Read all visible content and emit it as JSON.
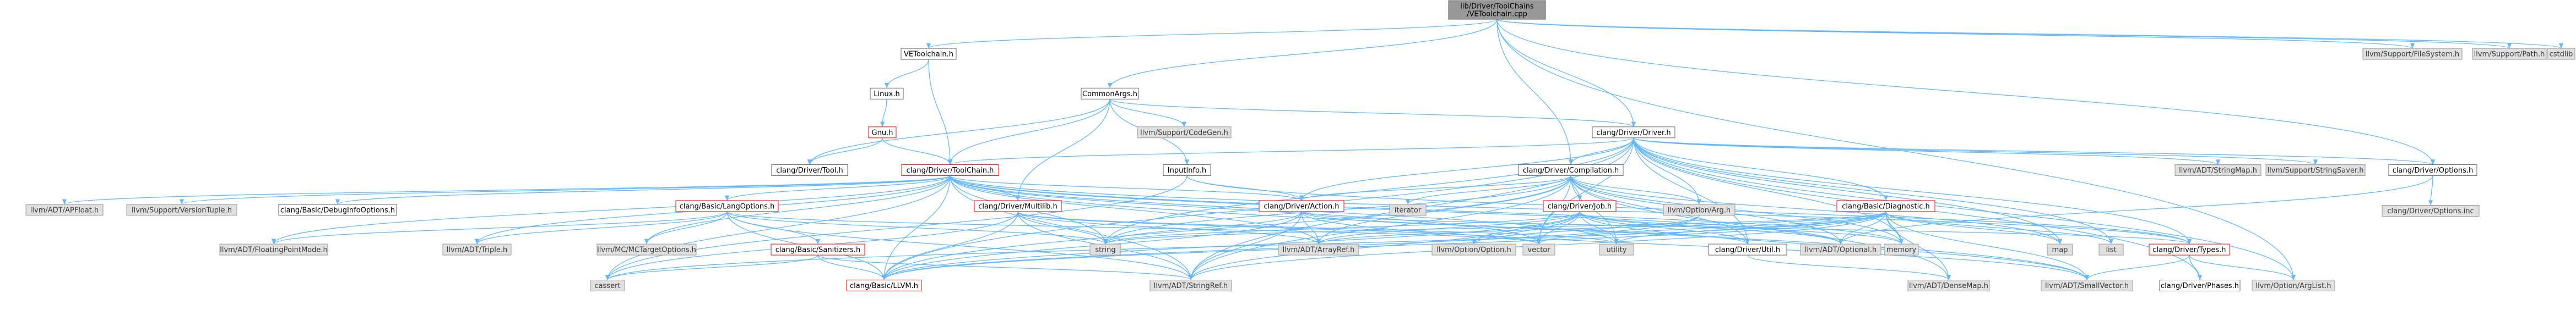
{
  "colors": {
    "edge": "#63b8ff",
    "root_fill": "#999999",
    "root_border": "#666666",
    "doc_fill": "#ffffff",
    "doc_border": "#666666",
    "missing_fill": "#e0e0e0",
    "missing_border": "#999999",
    "warn_border": "#ff0000",
    "text": "#000000",
    "text_muted": "#3a3a3a"
  },
  "graph": {
    "root": "lib/Driver/ToolChains/VEToolchain.cpp",
    "nodes": [
      {
        "id": "root",
        "label": [
          "lib/Driver/ToolChains",
          "/VEToolchain.cpp"
        ],
        "style": "root"
      },
      {
        "id": "vetoolchain_h",
        "label": [
          "VEToolchain.h"
        ],
        "style": "doc"
      },
      {
        "id": "commonargs_h",
        "label": [
          "CommonArgs.h"
        ],
        "style": "doc"
      },
      {
        "id": "linux_h",
        "label": [
          "Linux.h"
        ],
        "style": "doc"
      },
      {
        "id": "gnu_h",
        "label": [
          "Gnu.h"
        ],
        "style": "warn"
      },
      {
        "id": "codegen_h",
        "label": [
          "llvm/Support/CodeGen.h"
        ],
        "style": "missing"
      },
      {
        "id": "driver_h",
        "label": [
          "clang/Driver/Driver.h"
        ],
        "style": "doc"
      },
      {
        "id": "filesystem_h",
        "label": [
          "llvm/Support/FileSystem.h"
        ],
        "style": "missing"
      },
      {
        "id": "path_h",
        "label": [
          "llvm/Support/Path.h"
        ],
        "style": "missing"
      },
      {
        "id": "cstdlib",
        "label": [
          "cstdlib"
        ],
        "style": "missing"
      },
      {
        "id": "tool_h",
        "label": [
          "clang/Driver/Tool.h"
        ],
        "style": "doc"
      },
      {
        "id": "toolchain_h",
        "label": [
          "clang/Driver/ToolChain.h"
        ],
        "style": "warn"
      },
      {
        "id": "inputinfo_h",
        "label": [
          "InputInfo.h"
        ],
        "style": "doc"
      },
      {
        "id": "compilation_h",
        "label": [
          "clang/Driver/Compilation.h"
        ],
        "style": "doc"
      },
      {
        "id": "stringmap_h",
        "label": [
          "llvm/ADT/StringMap.h"
        ],
        "style": "missing"
      },
      {
        "id": "stringsaver_h",
        "label": [
          "llvm/Support/StringSaver.h"
        ],
        "style": "missing"
      },
      {
        "id": "options_h",
        "label": [
          "clang/Driver/Options.h"
        ],
        "style": "doc"
      },
      {
        "id": "options_inc",
        "label": [
          "clang/Driver/Options.inc"
        ],
        "style": "missing"
      },
      {
        "id": "apfloat_h",
        "label": [
          "llvm/ADT/APFloat.h"
        ],
        "style": "missing"
      },
      {
        "id": "versiontuple_h",
        "label": [
          "llvm/Support/VersionTuple.h"
        ],
        "style": "missing"
      },
      {
        "id": "debuginfo_h",
        "label": [
          "clang/Basic/DebugInfoOptions.h"
        ],
        "style": "doc"
      },
      {
        "id": "langoptions_h",
        "label": [
          "clang/Basic/LangOptions.h"
        ],
        "style": "warn"
      },
      {
        "id": "multilib_h",
        "label": [
          "clang/Driver/Multilib.h"
        ],
        "style": "warn"
      },
      {
        "id": "action_h",
        "label": [
          "clang/Driver/Action.h"
        ],
        "style": "warn"
      },
      {
        "id": "iterator",
        "label": [
          "iterator"
        ],
        "style": "missing"
      },
      {
        "id": "job_h",
        "label": [
          "clang/Driver/Job.h"
        ],
        "style": "warn"
      },
      {
        "id": "arg_h",
        "label": [
          "llvm/Option/Arg.h"
        ],
        "style": "missing"
      },
      {
        "id": "diagnostic_h",
        "label": [
          "clang/Basic/Diagnostic.h"
        ],
        "style": "warn"
      },
      {
        "id": "fpmode_h",
        "label": [
          "llvm/ADT/FloatingPointMode.h"
        ],
        "style": "missing"
      },
      {
        "id": "triple_h",
        "label": [
          "llvm/ADT/Triple.h"
        ],
        "style": "missing"
      },
      {
        "id": "mctarget_h",
        "label": [
          "llvm/MC/MCTargetOptions.h"
        ],
        "style": "missing"
      },
      {
        "id": "sanitizers_h",
        "label": [
          "clang/Basic/Sanitizers.h"
        ],
        "style": "warn"
      },
      {
        "id": "string",
        "label": [
          "string"
        ],
        "style": "missing"
      },
      {
        "id": "arrayref_h",
        "label": [
          "llvm/ADT/ArrayRef.h"
        ],
        "style": "missing"
      },
      {
        "id": "option_h",
        "label": [
          "llvm/Option/Option.h"
        ],
        "style": "missing"
      },
      {
        "id": "vector",
        "label": [
          "vector"
        ],
        "style": "missing"
      },
      {
        "id": "utility",
        "label": [
          "utility"
        ],
        "style": "missing"
      },
      {
        "id": "util_h",
        "label": [
          "clang/Driver/Util.h"
        ],
        "style": "doc"
      },
      {
        "id": "optional_h",
        "label": [
          "llvm/ADT/Optional.h"
        ],
        "style": "missing"
      },
      {
        "id": "memory",
        "label": [
          "memory"
        ],
        "style": "missing"
      },
      {
        "id": "map",
        "label": [
          "map"
        ],
        "style": "missing"
      },
      {
        "id": "list",
        "label": [
          "list"
        ],
        "style": "missing"
      },
      {
        "id": "types_h",
        "label": [
          "clang/Driver/Types.h"
        ],
        "style": "warn"
      },
      {
        "id": "cassert",
        "label": [
          "cassert"
        ],
        "style": "missing"
      },
      {
        "id": "llvm_h",
        "label": [
          "clang/Basic/LLVM.h"
        ],
        "style": "warn"
      },
      {
        "id": "stringref_h",
        "label": [
          "llvm/ADT/StringRef.h"
        ],
        "style": "missing"
      },
      {
        "id": "densemap_h",
        "label": [
          "llvm/ADT/DenseMap.h"
        ],
        "style": "missing"
      },
      {
        "id": "smallvector_h",
        "label": [
          "llvm/ADT/SmallVector.h"
        ],
        "style": "missing"
      },
      {
        "id": "phases_h",
        "label": [
          "clang/Driver/Phases.h"
        ],
        "style": "doc"
      },
      {
        "id": "arglist_h",
        "label": [
          "llvm/Option/ArgList.h"
        ],
        "style": "missing"
      }
    ],
    "edges": [
      [
        "root",
        "vetoolchain_h"
      ],
      [
        "root",
        "commonargs_h"
      ],
      [
        "root",
        "driver_h"
      ],
      [
        "root",
        "options_h"
      ],
      [
        "root",
        "filesystem_h"
      ],
      [
        "root",
        "path_h"
      ],
      [
        "root",
        "cstdlib"
      ],
      [
        "root",
        "compilation_h"
      ],
      [
        "root",
        "arglist_h"
      ],
      [
        "vetoolchain_h",
        "linux_h"
      ],
      [
        "vetoolchain_h",
        "toolchain_h"
      ],
      [
        "linux_h",
        "gnu_h"
      ],
      [
        "gnu_h",
        "tool_h"
      ],
      [
        "gnu_h",
        "toolchain_h"
      ],
      [
        "commonargs_h",
        "tool_h"
      ],
      [
        "commonargs_h",
        "toolchain_h"
      ],
      [
        "commonargs_h",
        "codegen_h"
      ],
      [
        "commonargs_h",
        "driver_h"
      ],
      [
        "commonargs_h",
        "inputinfo_h"
      ],
      [
        "commonargs_h",
        "multilib_h"
      ],
      [
        "inputinfo_h",
        "action_h"
      ],
      [
        "inputinfo_h",
        "types_h"
      ],
      [
        "inputinfo_h",
        "cassert"
      ],
      [
        "driver_h",
        "toolchain_h"
      ],
      [
        "driver_h",
        "compilation_h"
      ],
      [
        "driver_h",
        "stringmap_h"
      ],
      [
        "driver_h",
        "stringsaver_h"
      ],
      [
        "driver_h",
        "options_h"
      ],
      [
        "driver_h",
        "diagnostic_h"
      ],
      [
        "driver_h",
        "arg_h"
      ],
      [
        "driver_h",
        "types_h"
      ],
      [
        "driver_h",
        "phases_h"
      ],
      [
        "driver_h",
        "list"
      ],
      [
        "driver_h",
        "map"
      ],
      [
        "driver_h",
        "memory"
      ],
      [
        "driver_h",
        "string"
      ],
      [
        "driver_h",
        "vector"
      ],
      [
        "driver_h",
        "llvm_h"
      ],
      [
        "driver_h",
        "action_h"
      ],
      [
        "driver_h",
        "util_h"
      ],
      [
        "driver_h",
        "arglist_h"
      ],
      [
        "driver_h",
        "stringref_h"
      ],
      [
        "options_h",
        "options_inc"
      ],
      [
        "options_h",
        "optional_h"
      ],
      [
        "compilation_h",
        "action_h"
      ],
      [
        "compilation_h",
        "job_h"
      ],
      [
        "compilation_h",
        "util_h"
      ],
      [
        "compilation_h",
        "iterator"
      ],
      [
        "compilation_h",
        "arg_h"
      ],
      [
        "compilation_h",
        "arrayref_h"
      ],
      [
        "compilation_h",
        "optional_h"
      ],
      [
        "compilation_h",
        "stringref_h"
      ],
      [
        "compilation_h",
        "map"
      ],
      [
        "compilation_h",
        "memory"
      ],
      [
        "compilation_h",
        "string"
      ],
      [
        "compilation_h",
        "utility"
      ],
      [
        "compilation_h",
        "vector"
      ],
      [
        "compilation_h",
        "llvm_h"
      ],
      [
        "compilation_h",
        "densemap_h"
      ],
      [
        "toolchain_h",
        "apfloat_h"
      ],
      [
        "toolchain_h",
        "versiontuple_h"
      ],
      [
        "toolchain_h",
        "debuginfo_h"
      ],
      [
        "toolchain_h",
        "langoptions_h"
      ],
      [
        "toolchain_h",
        "multilib_h"
      ],
      [
        "toolchain_h",
        "action_h"
      ],
      [
        "toolchain_h",
        "fpmode_h"
      ],
      [
        "toolchain_h",
        "triple_h"
      ],
      [
        "toolchain_h",
        "string"
      ],
      [
        "toolchain_h",
        "cassert"
      ],
      [
        "toolchain_h",
        "llvm_h"
      ],
      [
        "toolchain_h",
        "stringref_h"
      ],
      [
        "toolchain_h",
        "types_h"
      ],
      [
        "toolchain_h",
        "vector"
      ],
      [
        "toolchain_h",
        "memory"
      ],
      [
        "toolchain_h",
        "utility"
      ],
      [
        "toolchain_h",
        "arrayref_h"
      ],
      [
        "toolchain_h",
        "optional_h"
      ],
      [
        "toolchain_h",
        "smallvector_h"
      ],
      [
        "toolchain_h",
        "mctarget_h"
      ],
      [
        "langoptions_h",
        "sanitizers_h"
      ],
      [
        "langoptions_h",
        "fpmode_h"
      ],
      [
        "langoptions_h",
        "triple_h"
      ],
      [
        "langoptions_h",
        "mctarget_h"
      ],
      [
        "langoptions_h",
        "string"
      ],
      [
        "langoptions_h",
        "vector"
      ],
      [
        "langoptions_h",
        "llvm_h"
      ],
      [
        "langoptions_h",
        "stringref_h"
      ],
      [
        "sanitizers_h",
        "cassert"
      ],
      [
        "sanitizers_h",
        "llvm_h"
      ],
      [
        "sanitizers_h",
        "stringref_h"
      ],
      [
        "multilib_h",
        "cassert"
      ],
      [
        "multilib_h",
        "llvm_h"
      ],
      [
        "multilib_h",
        "arrayref_h"
      ],
      [
        "multilib_h",
        "stringref_h"
      ],
      [
        "multilib_h",
        "string"
      ],
      [
        "multilib_h",
        "vector"
      ],
      [
        "multilib_h",
        "utility"
      ],
      [
        "action_h",
        "string"
      ],
      [
        "action_h",
        "llvm_h"
      ],
      [
        "action_h",
        "types_h"
      ],
      [
        "action_h",
        "util_h"
      ],
      [
        "action_h",
        "arrayref_h"
      ],
      [
        "action_h",
        "stringref_h"
      ],
      [
        "action_h",
        "smallvector_h"
      ],
      [
        "job_h",
        "option_h"
      ],
      [
        "job_h",
        "string"
      ],
      [
        "job_h",
        "vector"
      ],
      [
        "job_h",
        "utility"
      ],
      [
        "job_h",
        "memory"
      ],
      [
        "job_h",
        "llvm_h"
      ],
      [
        "job_h",
        "arrayref_h"
      ],
      [
        "job_h",
        "optional_h"
      ],
      [
        "job_h",
        "stringref_h"
      ],
      [
        "job_h",
        "smallvector_h"
      ],
      [
        "job_h",
        "util_h"
      ],
      [
        "util_h",
        "densemap_h"
      ],
      [
        "diagnostic_h",
        "llvm_h"
      ],
      [
        "diagnostic_h",
        "stringref_h"
      ],
      [
        "diagnostic_h",
        "densemap_h"
      ],
      [
        "diagnostic_h",
        "smallvector_h"
      ],
      [
        "diagnostic_h",
        "arrayref_h"
      ],
      [
        "diagnostic_h",
        "optional_h"
      ],
      [
        "diagnostic_h",
        "list"
      ],
      [
        "diagnostic_h",
        "map"
      ],
      [
        "diagnostic_h",
        "memory"
      ],
      [
        "diagnostic_h",
        "string"
      ],
      [
        "diagnostic_h",
        "utility"
      ],
      [
        "diagnostic_h",
        "vector"
      ],
      [
        "diagnostic_h",
        "cassert"
      ],
      [
        "types_h",
        "phases_h"
      ],
      [
        "types_h",
        "arglist_h"
      ],
      [
        "types_h",
        "smallvector_h"
      ],
      [
        "arg_h",
        "llvm_h"
      ],
      [
        "arg_h",
        "option_h"
      ]
    ]
  }
}
